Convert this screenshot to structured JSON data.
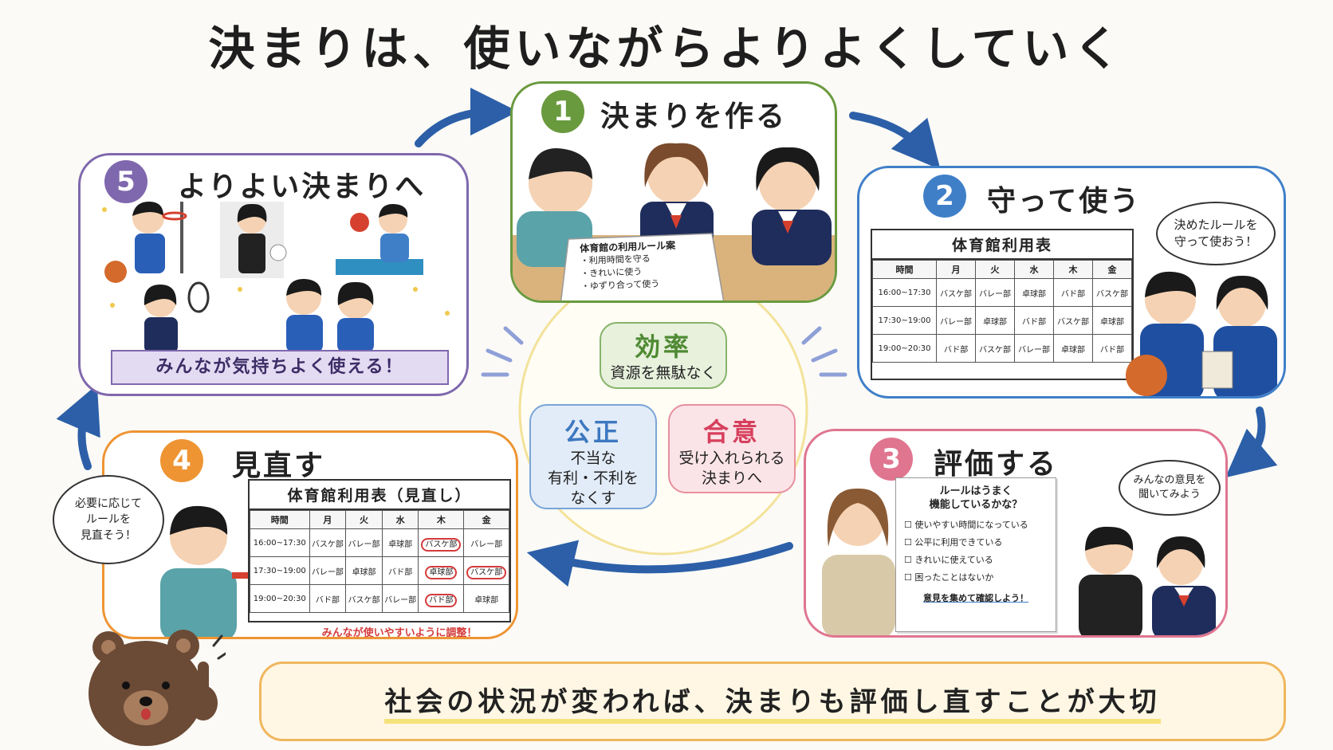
{
  "title": "決まりは、使いながらよりよくしていく",
  "steps": [
    {
      "num": "1",
      "title": "決まりを作る",
      "color": "#6a9a3e",
      "paper": {
        "title": "体育館の利用ルール案",
        "items": [
          "・利用時間を守る",
          "・きれいに使う",
          "・ゆずり合って使う"
        ]
      }
    },
    {
      "num": "2",
      "title": "守って使う",
      "color": "#3f7fc8",
      "bubble": "決めたルールを\n守って使おう！"
    },
    {
      "num": "3",
      "title": "評価する",
      "color": "#e07590",
      "bubble": "みんなの意見を\n聞いてみよう",
      "check_title": "ルールはうまく\n機能しているかな？",
      "checks": [
        "使いやすい時間になっている",
        "公平に利用できている",
        "きれいに使えている",
        "困ったことはないか"
      ],
      "check_footer": "意見を集めて確認しよう！"
    },
    {
      "num": "4",
      "title": "見直す",
      "color": "#ee9433",
      "bubble": "必要に応じて\nルールを\n見直そう！",
      "note": "みんなが使いやすいように調整！"
    },
    {
      "num": "5",
      "title": "よりよい決まりへ",
      "color": "#7f68ad",
      "banner": "みんなが気持ちよく使える！"
    }
  ],
  "table2": {
    "title": "体育館利用表",
    "headers": [
      "時間",
      "月",
      "火",
      "水",
      "木",
      "金"
    ],
    "rows": [
      [
        "16:00~17:30",
        "バスケ部",
        "バレー部",
        "卓球部",
        "バド部",
        "バスケ部"
      ],
      [
        "17:30~19:00",
        "バレー部",
        "卓球部",
        "バド部",
        "バスケ部",
        "卓球部"
      ],
      [
        "19:00~20:30",
        "バド部",
        "バスケ部",
        "バレー部",
        "卓球部",
        "バド部"
      ]
    ]
  },
  "table4": {
    "title": "体育館利用表（見直し）",
    "headers": [
      "時間",
      "月",
      "火",
      "水",
      "木",
      "金"
    ],
    "rows": [
      [
        "16:00~17:30",
        "バスケ部",
        "バレー部",
        "卓球部",
        "バスケ部",
        "バレー部"
      ],
      [
        "17:30~19:00",
        "バレー部",
        "卓球部",
        "バド部",
        "卓球部",
        "バスケ部"
      ],
      [
        "19:00~20:30",
        "バド部",
        "バスケ部",
        "バレー部",
        "バド部",
        "卓球部"
      ]
    ]
  },
  "center": {
    "efficiency": {
      "title": "効率",
      "desc": "資源を無駄なく",
      "color": "#4f8a34",
      "bg": "#e7f1dc"
    },
    "fairness": {
      "title": "公正",
      "desc": "不当な\n有利・不利を\nなくす",
      "color": "#3e78c0",
      "bg": "#e2ecf8"
    },
    "agreement": {
      "title": "合意",
      "desc": "受け入れられる\n決まりへ",
      "color": "#d6405d",
      "bg": "#fbe4e8"
    }
  },
  "footer": "社会の状況が変われば、決まりも評価し直すことが大切"
}
